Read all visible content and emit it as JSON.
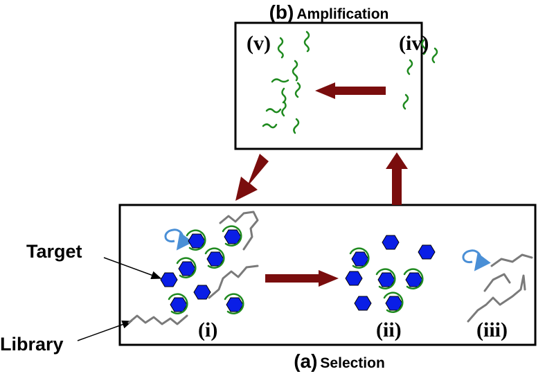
{
  "titles": {
    "amplification_letter": "(b)",
    "amplification_word": "Amplification",
    "selection_letter": "(a)",
    "selection_word": "Selection"
  },
  "labels": {
    "target": "Target",
    "library": "Library"
  },
  "stages": {
    "i": "(i)",
    "ii": "(ii)",
    "iii": "(iii)",
    "iv": "(iv)",
    "v": "(v)"
  },
  "colors": {
    "arrow": "#7a0d0d",
    "target_fill": "#0a1ee6",
    "aptamer": "#1f8a1f",
    "library_strand": "#7a7a7a",
    "rotate_arrow": "#4a8fd6"
  }
}
